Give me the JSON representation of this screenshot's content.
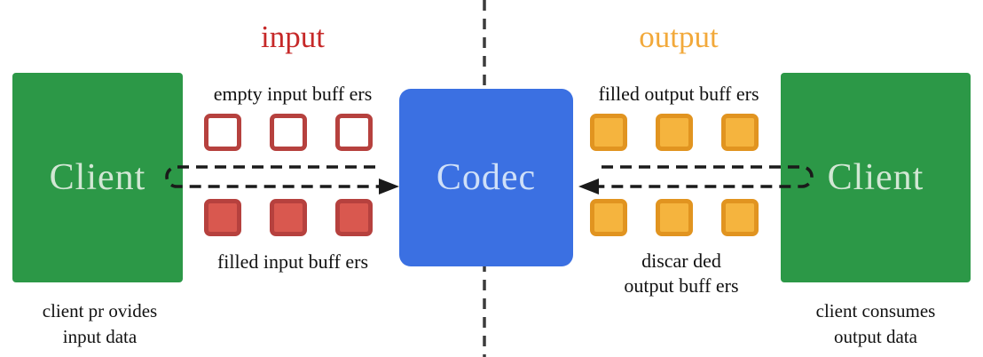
{
  "diagram": {
    "section_titles": {
      "input": "input",
      "output": "output"
    },
    "left_client": {
      "label": "Client",
      "caption": [
        "client pr ovides",
        "input data"
      ]
    },
    "codec": {
      "label": "Codec"
    },
    "right_client": {
      "label": "Client",
      "caption": [
        "client consumes",
        "output data"
      ]
    },
    "buffer_labels": {
      "empty_input": "empty input buff ers",
      "filled_input": "filled input buff ers",
      "filled_output": "filled output buff ers",
      "discarded_output": [
        "discar ded",
        "output buff ers"
      ]
    },
    "buffer_counts": {
      "empty_input": 3,
      "filled_input": 3,
      "filled_output": 3,
      "discarded_output": 3
    },
    "colors": {
      "client_green": "#2c9847",
      "codec_blue": "#3b70e2",
      "input_title_red": "#c62828",
      "input_buffer_border": "#b6413e",
      "input_buffer_fill": "#d9584f",
      "output_title_orange": "#f2a93b",
      "output_buffer_border": "#e19420",
      "output_buffer_fill": "#f5b43e",
      "arrow_black": "#1a1a1a",
      "divider_gray": "#3c3c3c"
    }
  }
}
